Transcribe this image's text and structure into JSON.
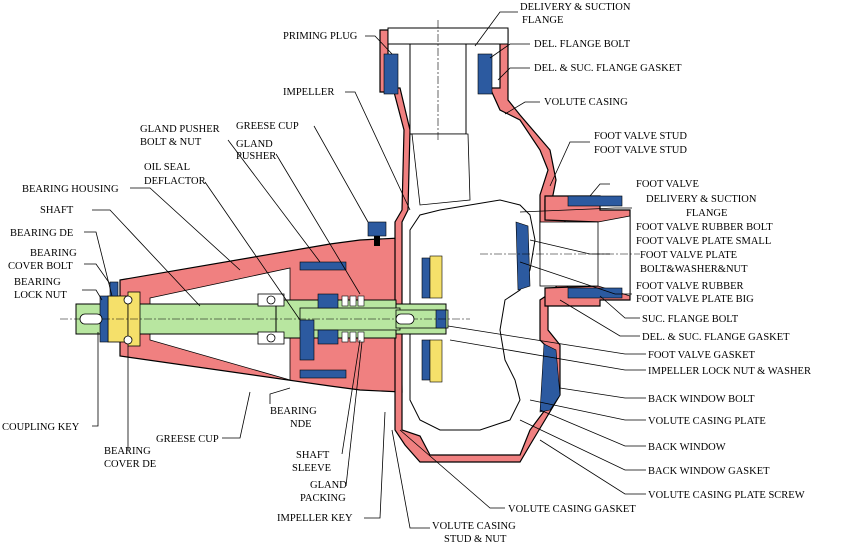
{
  "colors": {
    "casing": "#f08080",
    "shaft": "#b8e6a0",
    "blue": "#2c5aa0",
    "bearing": "#f5e06a",
    "outline": "#000000"
  },
  "labels": {
    "delivery_suction_flange_top_1": "DELIVERY & SUCTION",
    "delivery_suction_flange_top_2": "FLANGE",
    "priming_plug": "PRIMING PLUG",
    "del_flange_bolt": "DEL. FLANGE BOLT",
    "del_suc_flange_gasket_top": "DEL. & SUC. FLANGE GASKET",
    "impeller": "IMPELLER",
    "volute_casing": "VOLUTE CASING",
    "gland_pusher_bolt_nut_1": "GLAND PUSHER",
    "gland_pusher_bolt_nut_2": "BOLT & NUT",
    "greese_cup_top": "GREESE CUP",
    "gland_pusher_1": "GLAND",
    "gland_pusher_2": "PUSHER",
    "foot_valve_stud_1": "FOOT VALVE STUD",
    "foot_valve_stud_2": "FOOT VALVE STUD",
    "oil_seal_deflactor_1": "OIL SEAL",
    "oil_seal_deflactor_2": "DEFLACTOR",
    "bearing_housing": "BEARING HOUSING",
    "foot_valve": "FOOT VALVE",
    "shaft": "SHAFT",
    "delivery_suction_flange_mid_1": "DELIVERY & SUCTION",
    "delivery_suction_flange_mid_2": "FLANGE",
    "foot_valve_rubber_bolt": "FOOT VALVE RUBBER BOLT",
    "foot_valve_plate_small": "FOOT VALVE PLATE SMALL",
    "bearing_de": "BEARING DE",
    "bearing_cover_bolt_1": "BEARING",
    "bearing_cover_bolt_2": "COVER BOLT",
    "foot_valve_plate_1": "FOOT VALVE PLATE",
    "foot_valve_plate_2": "BOLT&WASHER&NUT",
    "bearing_lock_nut_1": "BEARING",
    "bearing_lock_nut_2": "LOCK NUT",
    "foot_valve_rubber": "FOOT VALVE RUBBER",
    "foot_valve_plate_big": "FOOT VALVE PLATE BIG",
    "suc_flange_bolt": "SUC. FLANGE BOLT",
    "del_suc_flange_gasket_mid": "DEL. & SUC. FLANGE GASKET",
    "foot_valve_gasket": "FOOT VALVE GASKET",
    "impeller_lock_nut_washer": "IMPELLER LOCK NUT  & WASHER",
    "back_window_bolt": "BACK WINDOW BOLT",
    "bearing_nde_1": "BEARING",
    "bearing_nde_2": "NDE",
    "volute_casing_plate": "VOLUTE CASING PLATE",
    "coupling_key": "COUPLING KEY",
    "greese_cup_bottom": "GREESE CUP",
    "back_window": "BACK WINDOW",
    "bearing_cover_de_1": "BEARING",
    "bearing_cover_de_2": "COVER  DE",
    "shaft_sleeve_1": "SHAFT",
    "shaft_sleeve_2": "SLEEVE",
    "back_window_gasket": "BACK WINDOW GASKET",
    "gland_packing_1": "GLAND",
    "gland_packing_2": "PACKING",
    "volute_casing_plate_screw": "VOLUTE CASING PLATE SCREW",
    "volute_casing_gasket": "VOLUTE CASING GASKET",
    "impeller_key": "IMPELLER KEY",
    "volute_casing_stud_nut_1": "VOLUTE CASING",
    "volute_casing_stud_nut_2": "STUD & NUT"
  }
}
